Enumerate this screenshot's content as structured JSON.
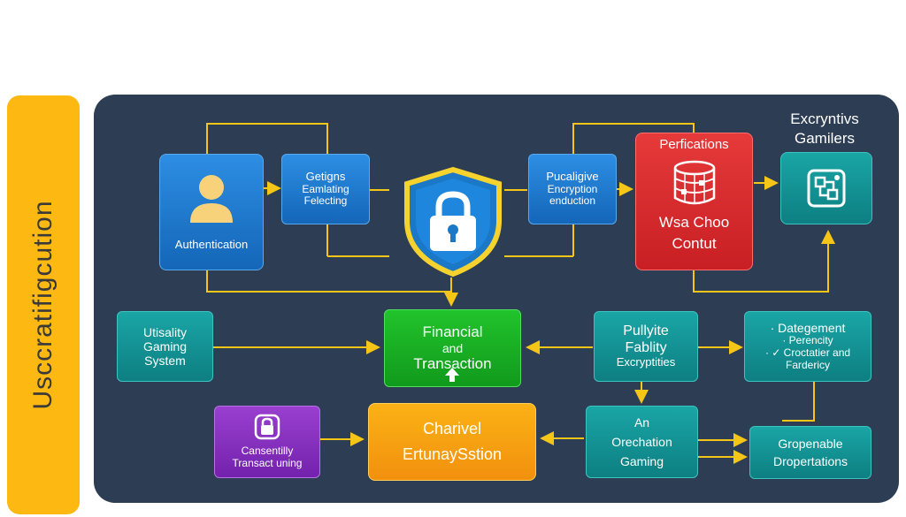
{
  "side_banner": {
    "text": "Usccratifigcution"
  },
  "diagram": {
    "authentication": {
      "label": "Authentication"
    },
    "getigns": {
      "lines": [
        "Getigns",
        "Eamlating",
        "Felecting"
      ]
    },
    "pucaligive": {
      "lines": [
        "Pucaligive",
        "Encryption",
        "enduction"
      ]
    },
    "perfications": {
      "title": "Perfications",
      "lines": [
        "Wsa Choo",
        "Contut"
      ]
    },
    "exorcyntivs": {
      "lines": [
        "Excryntivs",
        "Gamilers"
      ]
    },
    "utisality": {
      "lines": [
        "Utisality",
        "Gaming",
        "System"
      ]
    },
    "financial": {
      "lines": [
        "Financial",
        "and",
        "Transaction"
      ]
    },
    "pullyite": {
      "lines": [
        "Pullyite",
        "Fablity",
        "Excryptities"
      ]
    },
    "dategement": {
      "lines": [
        "·  Dategement",
        "·  Perencity",
        "·  ✓  Croctatier and",
        "Fardericy"
      ]
    },
    "consentilly": {
      "lines": [
        "Cansentilly",
        "Transact uning"
      ]
    },
    "charivel": {
      "lines": [
        "Charivel",
        "ErtunaySstion"
      ]
    },
    "orechation": {
      "lines": [
        "An",
        "Orechation",
        "Gaming"
      ]
    },
    "gropenable": {
      "lines": [
        "Gropenable",
        "Dropertations"
      ]
    }
  },
  "colors": {
    "panel": "#2d3d54",
    "connector": "#f5c518",
    "banner": "#fdb912"
  },
  "icons": [
    "user-icon",
    "shield-lock-icon",
    "globe-database-icon",
    "circuit-chip-icon",
    "lock-icon",
    "up-arrow-icon"
  ]
}
